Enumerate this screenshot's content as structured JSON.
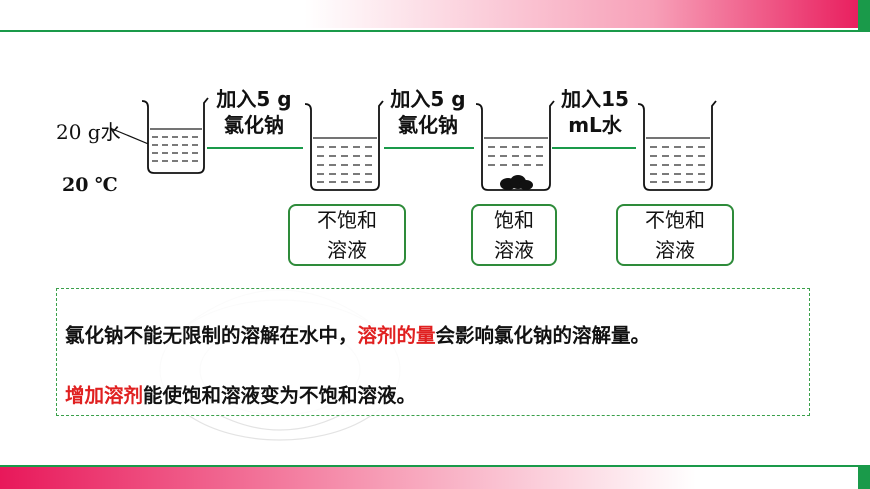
{
  "diagram": {
    "initial_water": "20 g水",
    "temperature": "20 ℃",
    "steps": [
      {
        "line1": "加入5 g",
        "line2": "氯化钠"
      },
      {
        "line1": "加入5 g",
        "line2": "氯化钠"
      },
      {
        "line1": "加入15",
        "line2": "mL水"
      }
    ],
    "results": [
      {
        "line1": "不饱和",
        "line2": "溶液"
      },
      {
        "line1": "饱和",
        "line2": "溶液"
      },
      {
        "line1": "不饱和",
        "line2": "溶液"
      }
    ]
  },
  "conclusion": {
    "sentence1_part1": "氯化钠不能无限制的溶解在水中，",
    "sentence1_highlight": "溶剂的量",
    "sentence1_part2": "会影响氯化钠的溶解量。",
    "sentence2_highlight": "增加溶剂",
    "sentence2_part": "能使饱和溶液变为不饱和溶液。"
  },
  "colors": {
    "accent_pink": "#e8185a",
    "accent_green": "#1a9a4a",
    "highlight_red": "#e02020",
    "box_border": "#2e8b3a"
  }
}
